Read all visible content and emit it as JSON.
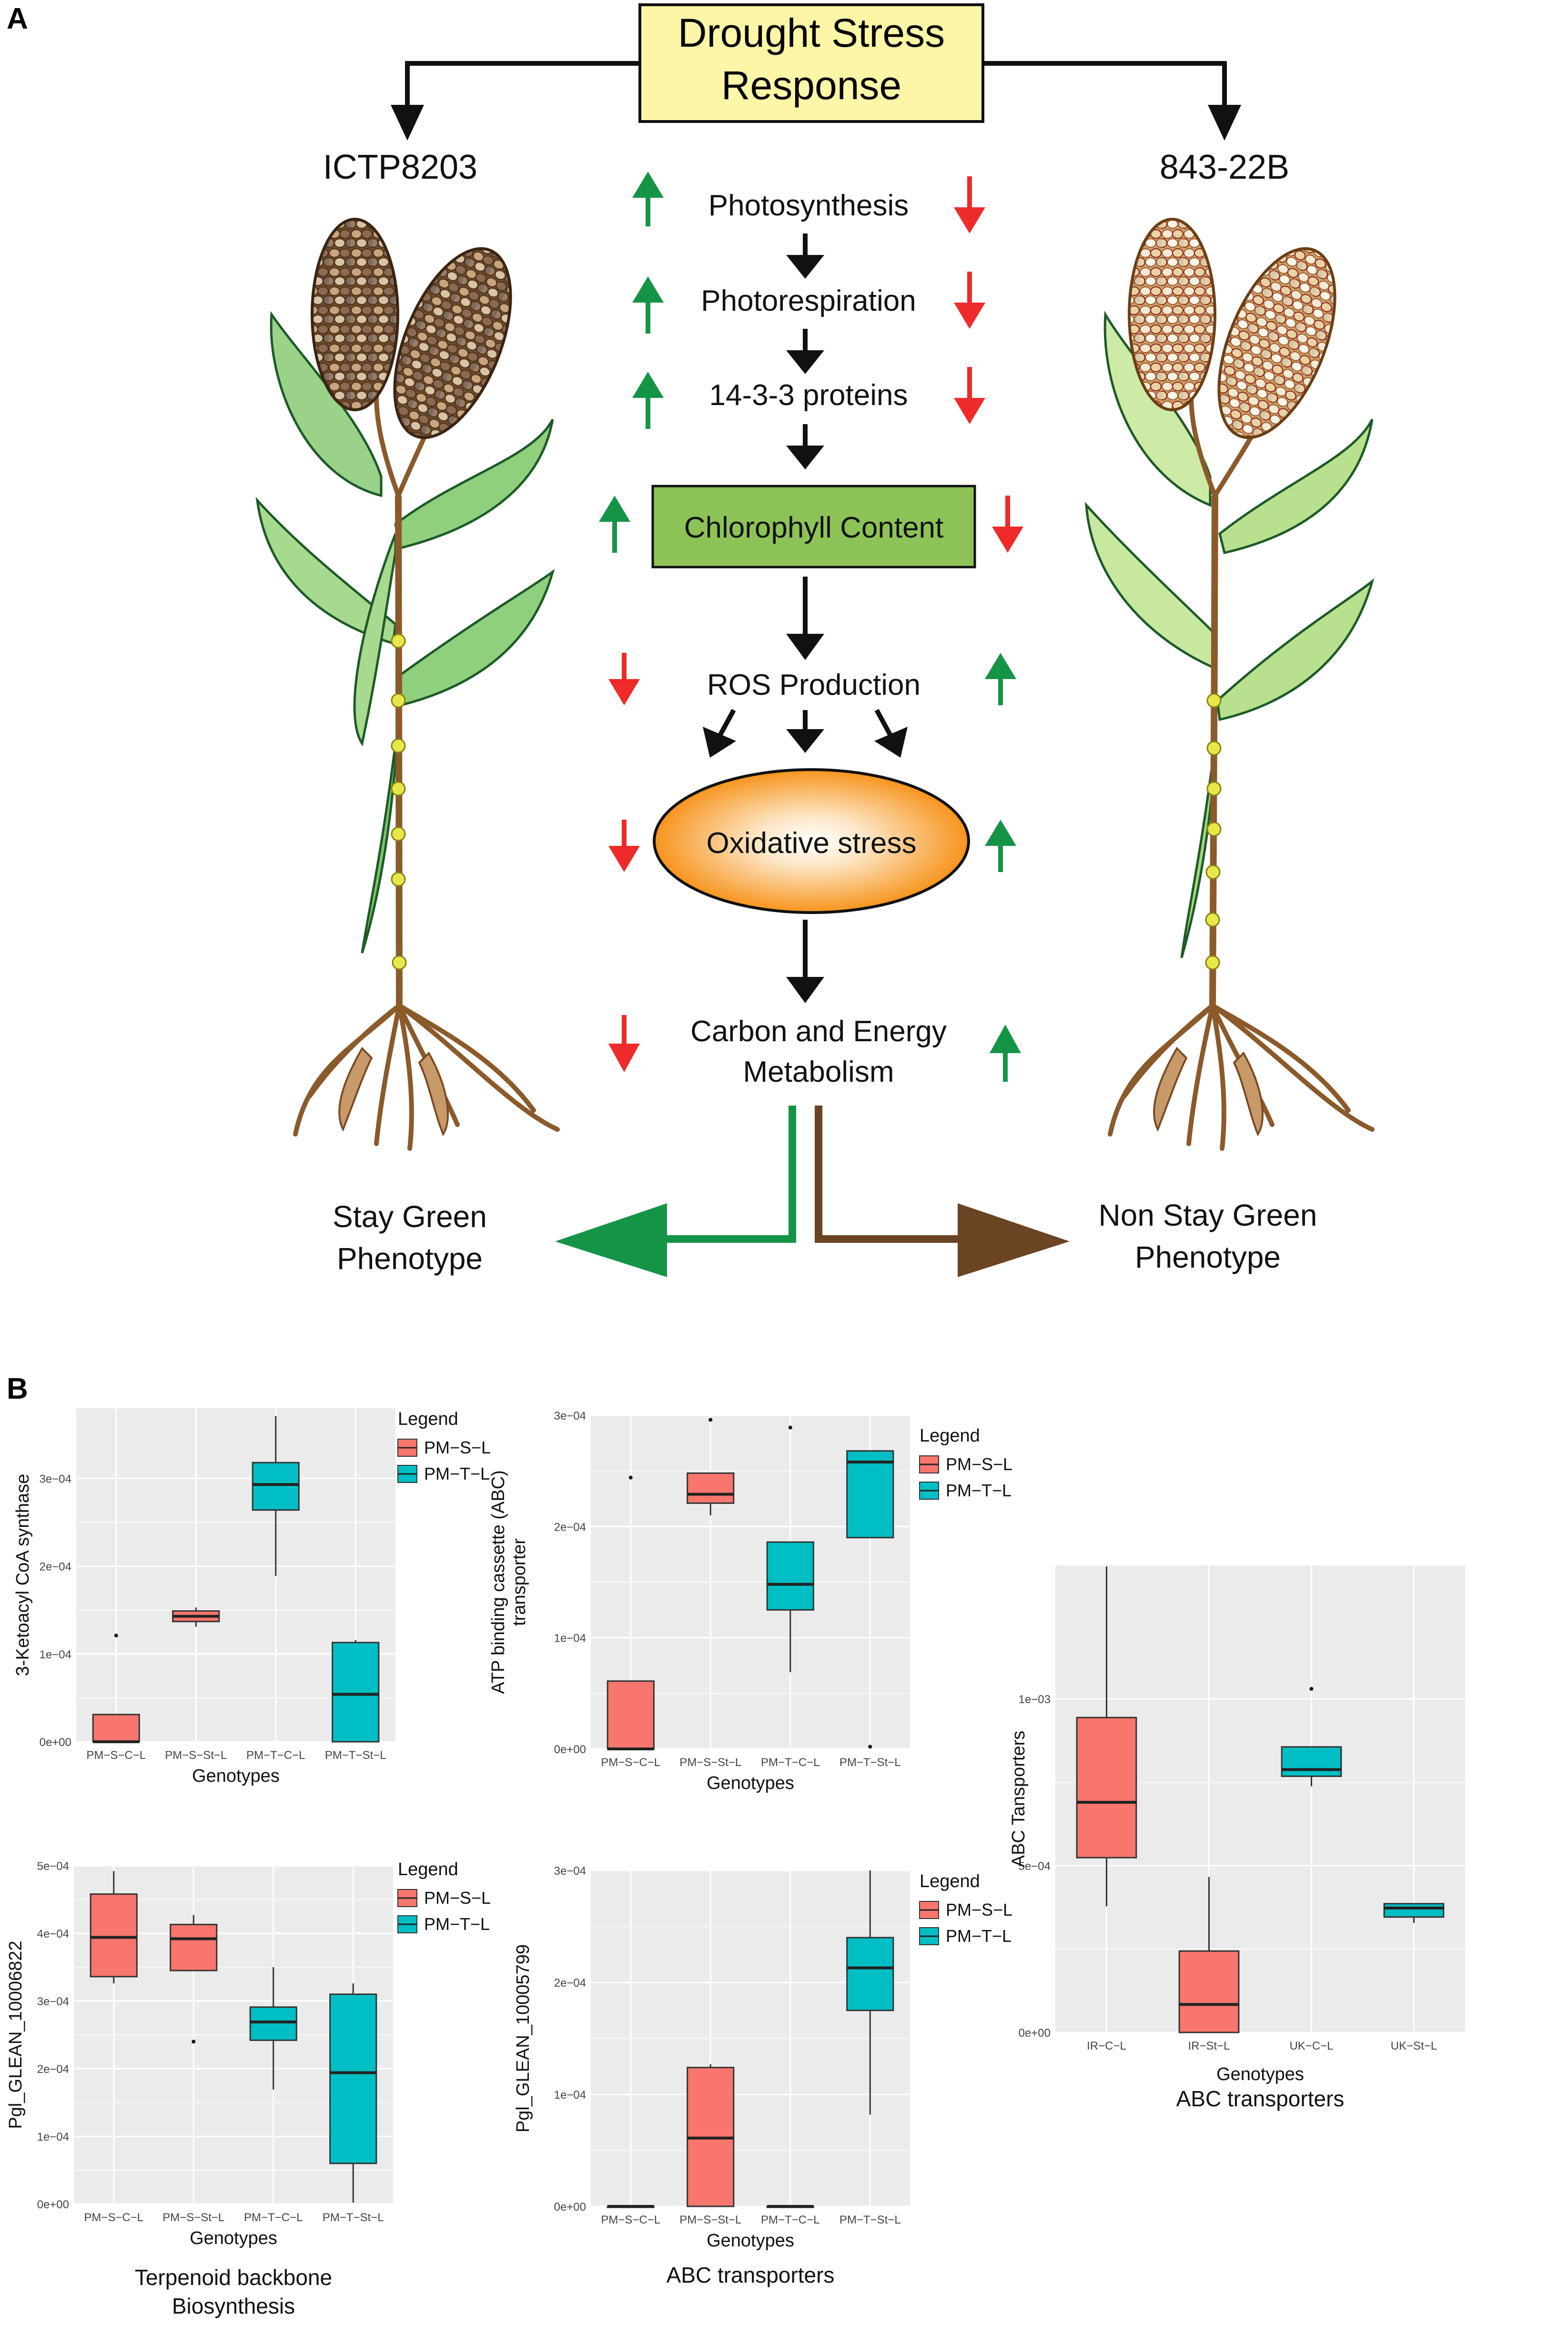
{
  "panel_a": {
    "label": "A",
    "title": "Drought Stress Response",
    "title_lines": [
      "Drought Stress",
      "Response"
    ],
    "left_genotype": "ICTP8203",
    "right_genotype": "843-22B",
    "steps": {
      "photosynthesis": "Photosynthesis",
      "photorespiration": "Photorespiration",
      "proteins": "14-3-3 proteins",
      "chlorophyll": "Chlorophyll Content",
      "ros": "ROS Production",
      "oxidative": "Oxidative stress",
      "carbon_1": "Carbon and Energy",
      "carbon_2": "Metabolism"
    },
    "left_phenotype": [
      "Stay Green",
      "Phenotype"
    ],
    "right_phenotype": [
      "Non Stay Green",
      "Phenotype"
    ],
    "colors": {
      "up": "#159447",
      "down": "#ee2a2a",
      "title_box": "#fdf6a7",
      "chlorophyll_box": "#8dc356",
      "oxidative": "#f7941d",
      "stay_green": "#159447",
      "non_stay_green": "#6b4423"
    }
  },
  "panel_b": {
    "label": "B",
    "colors": {
      "PM-S-L": "#f8766d",
      "PM-T-L": "#00bfc4",
      "panel_bg": "#ebebeb"
    },
    "chart_data": [
      {
        "type": "box",
        "title": "",
        "xlabel": "Genotypes",
        "ylabel": "3-Ketoacyl CoA synthase",
        "ylim": [
          0,
          0.00038
        ],
        "yticks": [
          "0e+00",
          "1e−04",
          "2e−04",
          "3e−04"
        ],
        "categories": [
          "PM−S−C−L",
          "PM−S−St−L",
          "PM−T−C−L",
          "PM−T−St−L"
        ],
        "legend": {
          "title": "Legend",
          "entries": [
            "PM−S−L",
            "PM−T−L"
          ]
        },
        "boxes": [
          {
            "min": 0,
            "q1": 0,
            "median": 0,
            "q3": 3.1e-05,
            "max": 3.1e-05,
            "outliers": [
              0.000121
            ]
          },
          {
            "min": 0.000131,
            "q1": 0.000137,
            "median": 0.000143,
            "q3": 0.000149,
            "max": 0.000153,
            "outliers": []
          },
          {
            "min": 0.000189,
            "q1": 0.000264,
            "median": 0.000293,
            "q3": 0.000318,
            "max": 0.000371,
            "outliers": []
          },
          {
            "min": 0,
            "q1": 0,
            "median": 5.4e-05,
            "q3": 0.000113,
            "max": 0.000116,
            "outliers": []
          }
        ],
        "box_series": [
          "PM−S−L",
          "PM−S−L",
          "PM−T−L",
          "PM−T−L"
        ]
      },
      {
        "type": "box",
        "title": "",
        "xlabel": "Genotypes",
        "ylabel": "ATP binding cassette (ABC) transporter",
        "ylabel_lines": [
          "ATP binding cassette (ABC)",
          "transporter"
        ],
        "ylim": [
          0,
          0.0003
        ],
        "yticks": [
          "0e+00",
          "1e−04",
          "2e−04",
          "3e−04"
        ],
        "categories": [
          "PM−S−C−L",
          "PM−S−St−L",
          "PM−T−C−L",
          "PM−T−St−L"
        ],
        "legend": {
          "title": "Legend",
          "entries": [
            "PM−S−L",
            "PM−T−L"
          ]
        },
        "boxes": [
          {
            "min": 0,
            "q1": 0,
            "median": 0,
            "q3": 6.1e-05,
            "max": 6.1e-05,
            "outliers": [
              0.000244
            ]
          },
          {
            "min": 0.00021,
            "q1": 0.000221,
            "median": 0.000229,
            "q3": 0.000248,
            "max": 0.000248,
            "outliers": [
              0.000296
            ]
          },
          {
            "min": 6.9e-05,
            "q1": 0.000125,
            "median": 0.000148,
            "q3": 0.000186,
            "max": 0.000186,
            "outliers": [
              0.000289
            ]
          },
          {
            "min": 0.00019,
            "q1": 0.00019,
            "median": 0.000258,
            "q3": 0.000268,
            "max": 0.000268,
            "outliers": [
              2e-06
            ]
          }
        ],
        "box_series": [
          "PM−S−L",
          "PM−S−L",
          "PM−T−L",
          "PM−T−L"
        ]
      },
      {
        "type": "box",
        "title": "Terpenoid backbone Biosynthesis",
        "title_lines": [
          "Terpenoid backbone",
          "Biosynthesis"
        ],
        "xlabel": "Genotypes",
        "ylabel": "Pgl_GLEAN_10006822",
        "ylim": [
          0,
          0.0005
        ],
        "yticks": [
          "0e+00",
          "1e−04",
          "2e−04",
          "3e−04",
          "4e−04",
          "5e−04"
        ],
        "categories": [
          "PM−S−C−L",
          "PM−S−St−L",
          "PM−T−C−L",
          "PM−T−St−L"
        ],
        "legend": {
          "title": "Legend",
          "entries": [
            "PM−S−L",
            "PM−T−L"
          ]
        },
        "boxes": [
          {
            "min": 0.000326,
            "q1": 0.000336,
            "median": 0.000394,
            "q3": 0.000458,
            "max": 0.000492,
            "outliers": []
          },
          {
            "min": 0.000345,
            "q1": 0.000345,
            "median": 0.000392,
            "q3": 0.000413,
            "max": 0.000427,
            "outliers": [
              0.00024
            ]
          },
          {
            "min": 0.000169,
            "q1": 0.000242,
            "median": 0.000269,
            "q3": 0.000291,
            "max": 0.00035,
            "outliers": []
          },
          {
            "min": 2e-06,
            "q1": 6e-05,
            "median": 0.000194,
            "q3": 0.00031,
            "max": 0.000326,
            "outliers": []
          }
        ],
        "box_series": [
          "PM−S−L",
          "PM−S−L",
          "PM−T−L",
          "PM−T−L"
        ]
      },
      {
        "type": "box",
        "title": "ABC transporters",
        "xlabel": "Genotypes",
        "ylabel": "Pgl_GLEAN_10005799",
        "ylim": [
          0,
          0.0003
        ],
        "yticks": [
          "0e+00",
          "1e−04",
          "2e−04",
          "3e−04"
        ],
        "categories": [
          "PM−S−C−L",
          "PM−S−St−L",
          "PM−T−C−L",
          "PM−T−St−L"
        ],
        "legend": {
          "title": "Legend",
          "entries": [
            "PM−S−L",
            "PM−T−L"
          ]
        },
        "boxes": [
          {
            "min": 0,
            "q1": 0,
            "median": 0,
            "q3": 0,
            "max": 0,
            "outliers": []
          },
          {
            "min": 0,
            "q1": 0,
            "median": 6.1e-05,
            "q3": 0.000124,
            "max": 0.000127,
            "outliers": []
          },
          {
            "min": 0,
            "q1": 0,
            "median": 0,
            "q3": 0,
            "max": 0,
            "outliers": []
          },
          {
            "min": 8.2e-05,
            "q1": 0.000175,
            "median": 0.000213,
            "q3": 0.00024,
            "max": 0.0003,
            "outliers": []
          }
        ],
        "box_series": [
          "PM−S−L",
          "PM−S−L",
          "PM−T−L",
          "PM−T−L"
        ]
      },
      {
        "type": "box",
        "title": "ABC transporters",
        "xlabel": "Genotypes",
        "ylabel": "ABC Tansporters",
        "ylim": [
          0,
          0.0014
        ],
        "yticks": [
          "0e+00",
          "5e−04",
          "1e−03"
        ],
        "categories": [
          "IR−C−L",
          "IR−St−L",
          "UK−C−L",
          "UK−St−L"
        ],
        "legend": null,
        "boxes": [
          {
            "min": 0.000378,
            "q1": 0.000524,
            "median": 0.00069,
            "q3": 0.000944,
            "max": 0.001397,
            "outliers": []
          },
          {
            "min": 0,
            "q1": 0,
            "median": 8.4e-05,
            "q3": 0.000244,
            "max": 0.000466,
            "outliers": []
          },
          {
            "min": 0.000738,
            "q1": 0.000768,
            "median": 0.000788,
            "q3": 0.000856,
            "max": 0.000856,
            "outliers": [
              0.00103
            ]
          },
          {
            "min": 0.000328,
            "q1": 0.000346,
            "median": 0.000373,
            "q3": 0.000386,
            "max": 0.000386,
            "outliers": []
          }
        ],
        "box_series": [
          "PM−S−L",
          "PM−S−L",
          "PM−T−L",
          "PM−T−L"
        ]
      }
    ]
  }
}
